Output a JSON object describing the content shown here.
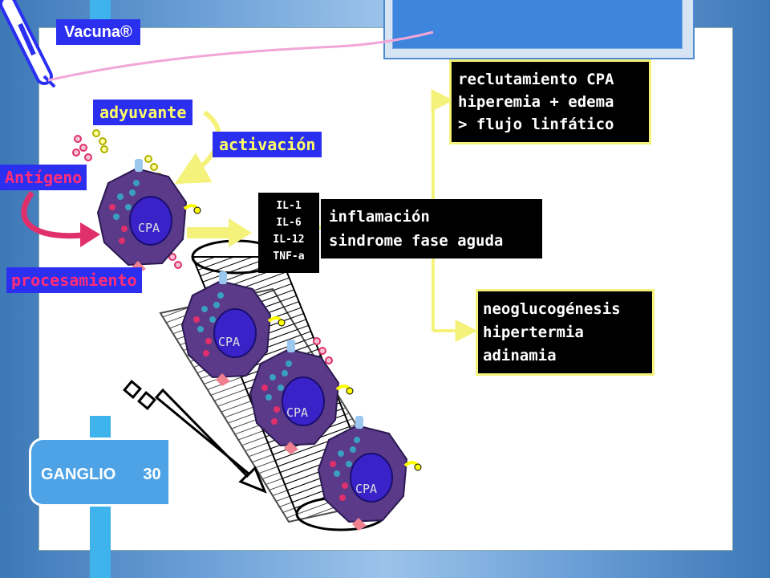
{
  "labels": {
    "vacuna": "Vacuna®",
    "adyuvante": "adyuvante",
    "activacion": "activación",
    "antigeno": "Antígeno",
    "procesamiento": "procesamiento"
  },
  "cytokines": [
    "IL-1",
    "IL-6",
    "IL-12",
    "TNF-a"
  ],
  "effects": {
    "top": [
      "reclutamiento CPA",
      "hiperemia + edema",
      "> flujo linfático"
    ],
    "middle": [
      "inflamación",
      "sindrome fase aguda"
    ],
    "bottom": [
      "neoglucogénesis",
      "hipertermia",
      "adinamia"
    ]
  },
  "cell_label": "CPA",
  "ganglio": "GANGLIO",
  "ganglio_suffix": "30",
  "colors": {
    "label_blue_bg": "#2a2ff0",
    "label_label_fg": "#ffff66",
    "antigen_fg": "#ff2d7a",
    "cell_body": "#5b3a8a",
    "nucleus": "#3a22c8",
    "yellow": "#f4f27a",
    "magenta": "#e0306b"
  }
}
